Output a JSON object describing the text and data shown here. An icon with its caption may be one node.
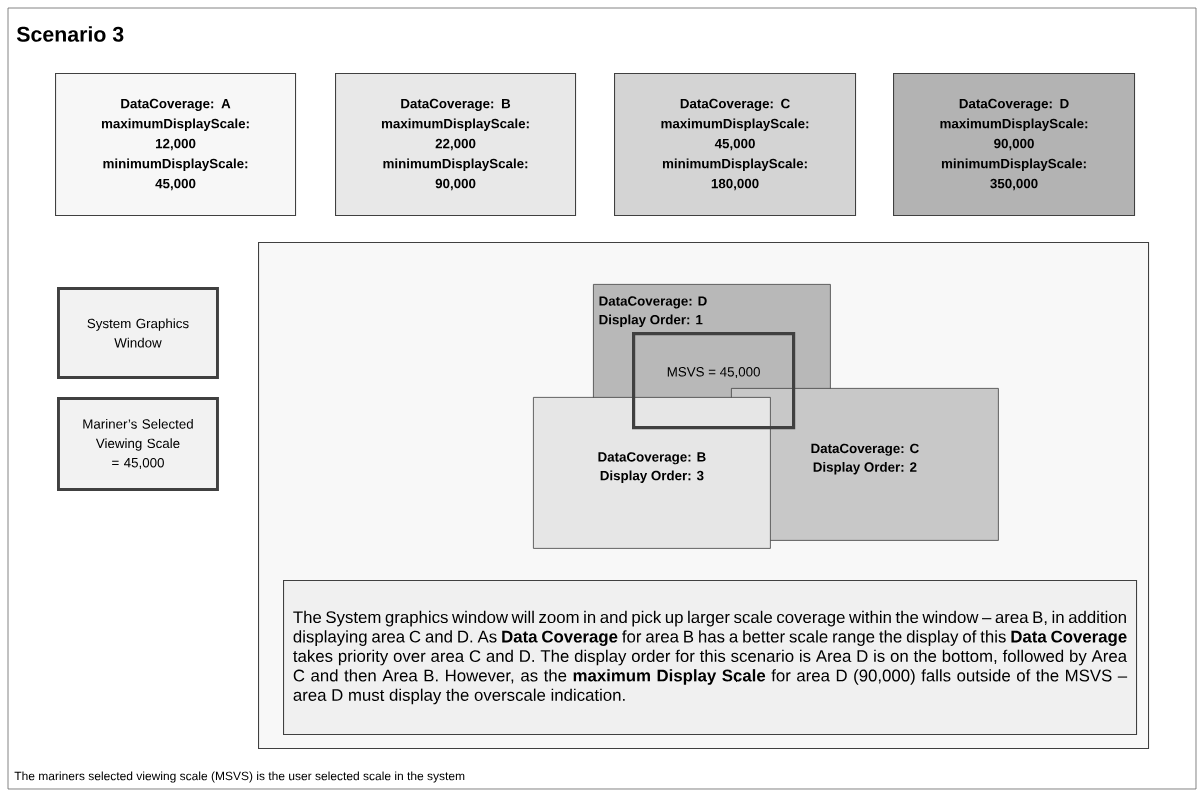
{
  "diagram": {
    "title": "Scenario 3",
    "caption": "The mariners selected viewing scale (MSVS) is the user selected scale in the system",
    "nodes": [
      {
        "text": [
          "DataCoverage: A",
          "maximumDisplayScale: 12,000",
          "minimumDisplayScale: 45,000"
        ]
      },
      {
        "text": [
          "DataCoverage: B",
          "maximumDisplayScale: 22,000",
          "minimumDisplayScale: 90,000"
        ]
      },
      {
        "text": [
          "DataCoverage: C",
          "maximumDisplayScale: 45,000",
          "minimumDisplayScale: 180,000"
        ]
      },
      {
        "text": [
          "DataCoverage: D",
          "maximumDisplayScale: 90,000",
          "minimumDisplayScale: 350,000"
        ]
      },
      {
        "text": [
          "System Graphics Window"
        ]
      },
      {
        "text": [
          "Mariner’s Selected Viewing Scale = 45,000"
        ]
      },
      {
        "text": [],
        "shape": "box"
      },
      {
        "text": [
          "DataCoverage: D",
          "Display Order: 1"
        ],
        "in": 6
      },
      {
        "text": [
          "MSVS = 45,000"
        ],
        "in": 6
      },
      {
        "text": [
          "DataCoverage: C",
          "Display Order: 2"
        ],
        "in": 6
      },
      {
        "text": [
          "DataCoverage: B",
          "Display Order: 3"
        ],
        "in": 6
      },
      {
        "text": [
          "The System graphics window will zoom in and pick up larger scale coverage within the window – area B, in addition displaying area C and D. As **Data Coverage** for area B has a better scale range the display of this **Data Coverage** takes priority over area C and D. The display order for this scenario is Area D is on the bottom, followed by Area C and then Area B. However, as the **maximum Display Scale** for area D (90,000) falls outside of the MSVS – area D must display the overscale indication."
        ],
        "in": 6
      }
    ],
    "edges": []
  }
}
